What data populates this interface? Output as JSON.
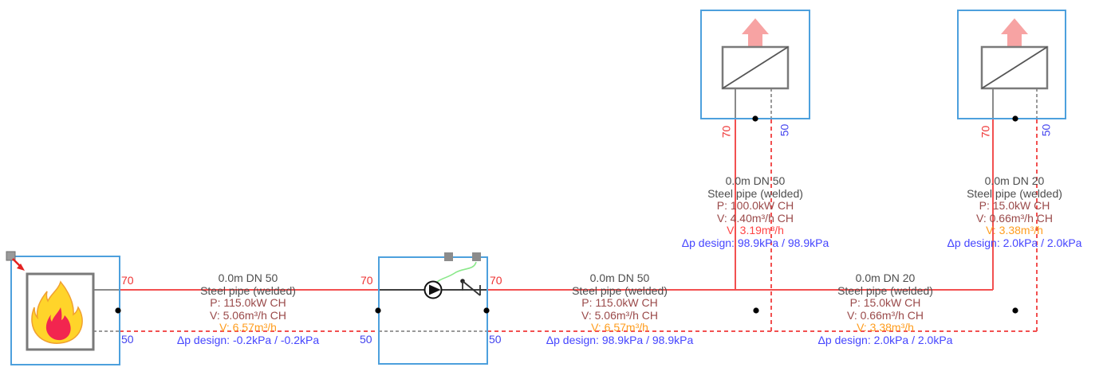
{
  "labels": {
    "supply_temp": "70",
    "return_temp": "50"
  },
  "pipes": {
    "boiler_to_pump": {
      "dimension": "0.0m DN 50",
      "material": "Steel pipe (welded)",
      "power": "P: 115.0kW CH",
      "flow_ch": "V: 5.06m³/h CH",
      "flow": "V: 6.57m³/h",
      "dp": "Δp design: -0.2kPa / -0.2kPa"
    },
    "pump_to_riser1": {
      "dimension": "0.0m DN 50",
      "material": "Steel pipe (welded)",
      "power": "P: 115.0kW CH",
      "flow_ch": "V: 5.06m³/h CH",
      "flow": "V: 6.57m³/h",
      "dp": "Δp design: 98.9kPa / 98.9kPa"
    },
    "riser1_to_riser2": {
      "dimension": "0.0m DN 20",
      "material": "Steel pipe (welded)",
      "power": "P: 15.0kW CH",
      "flow_ch": "V: 0.66m³/h CH",
      "flow": "V: 3.38m³/h",
      "dp": "Δp design: 2.0kPa / 2.0kPa"
    },
    "riser1": {
      "dimension": "0.0m DN 50",
      "material": "Steel pipe (welded)",
      "power": "P: 100.0kW CH",
      "flow_ch": "V: 4.40m³/h CH",
      "flow": "V: 3.19m³/h",
      "dp": "Δp design: 98.9kPa / 98.9kPa"
    },
    "riser2": {
      "dimension": "0.0m DN 20",
      "material": "Steel pipe (welded)",
      "power": "P: 15.0kW CH",
      "flow_ch": "V: 0.66m³/h CH",
      "flow": "V: 3.38m³/h",
      "dp": "Δp design: 2.0kPa / 2.0kPa"
    }
  },
  "colors": {
    "pipe_red": "#f25050",
    "temp_supply_text": "#ee3232",
    "temp_return_text": "#4343ee",
    "dimension_text": "#4d4d4d",
    "power_text": "#9a4a4a",
    "flow_text": "#ff9d1e",
    "flow_warning_text": "#ff4444",
    "dp_text": "#4545ff",
    "component_border": "#4da0dd",
    "symbol_gray": "#7a7a7a",
    "heat_arrow_pink": "#f7a3a3",
    "control_link_green": "#8ae88a",
    "flame_yellow": "#ffd42a",
    "flame_inner_red": "#f2254f"
  }
}
